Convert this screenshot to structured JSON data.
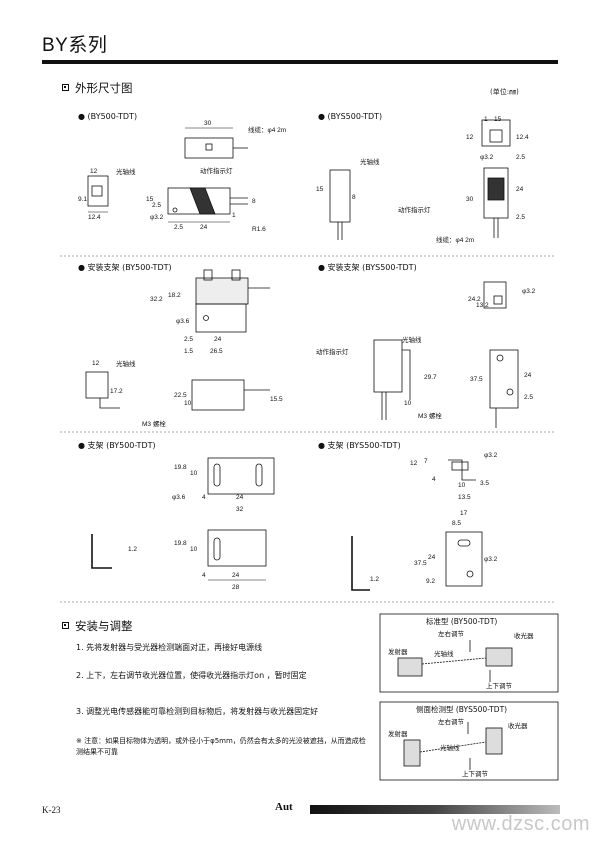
{
  "page_title": "BY系列",
  "section1": {
    "heading": "外形尺寸图",
    "unit": "(单位:㎜)",
    "drawings": {
      "by500_tdt": {
        "label": "(BY500-TDT)",
        "cable": "线缆：φ4 2m",
        "optical_axis": "光轴线",
        "indicator": "动作指示灯",
        "dims": [
          "30",
          "12",
          "9.1",
          "12.4",
          "15",
          "2.5",
          "φ3.2",
          "2.5",
          "24",
          "1",
          "R1.6",
          "8"
        ]
      },
      "bys500_tdt": {
        "label": "(BYS500-TDT)",
        "optical_axis": "光轴线",
        "indicator": "动作指示灯",
        "cable": "线缆：φ4 2m",
        "dims": [
          "1",
          "15",
          "12",
          "12.4",
          "φ3.2",
          "2.5",
          "24",
          "30",
          "2.5",
          "15",
          "8"
        ]
      },
      "mount_by500": {
        "label": "安装支架 (BY500-TDT)",
        "optical_axis": "光轴线",
        "bolt": "M3 螺栓",
        "dims": [
          "32.2",
          "18.2",
          "φ3.6",
          "2.5",
          "24",
          "1.5",
          "26.5",
          "12",
          "17.2",
          "22.5",
          "10",
          "15.5"
        ]
      },
      "mount_bys500": {
        "label": "安装支架 (BYS500-TDT)",
        "optical_axis": "光轴线",
        "indicator": "动作指示灯",
        "bolt": "M3 螺栓",
        "dims": [
          "24.2",
          "13.2",
          "φ3.2",
          "29.7",
          "37.5",
          "24",
          "2.5",
          "10"
        ]
      },
      "bracket_by500": {
        "label": "支架 (BY500-TDT)",
        "dims": [
          "19.8",
          "10",
          "φ3.6",
          "4",
          "24",
          "32",
          "19.8",
          "10",
          "4",
          "24",
          "28",
          "1.2"
        ]
      },
      "bracket_bys500": {
        "label": "支架 (BYS500-TDT)",
        "dims": [
          "12",
          "7",
          "4",
          "φ3.2",
          "10",
          "3.5",
          "13.5",
          "17",
          "8.5",
          "24",
          "37.5",
          "9.2",
          "φ3.2",
          "1.2"
        ]
      }
    }
  },
  "section2": {
    "heading": "安装与调整",
    "steps": [
      "1. 先将发射器与受光器检测端面对正，再接好电源线",
      "2. 上下，左右调节收光器位置，使得收光器指示灯on ，暂时固定",
      "3. 调整光电传感器能可靠检测到目标物后，将发射器与收光器固定好"
    ],
    "note": "※ 注意：如果目标物体为透明，或外径小于φ5mm，仍然会有太多的光没被遮挡，从而造成检测结果不可靠",
    "panel_std": {
      "title": "标准型 (BY500-TDT)",
      "left_right": "左右调节",
      "receiver": "收光器",
      "emitter": "发射器",
      "axis": "光轴线",
      "up_down": "上下调节"
    },
    "panel_side": {
      "title": "侧面检测型 (BYS500-TDT)",
      "left_right": "左右调节",
      "receiver": "收光器",
      "emitter": "发射器",
      "axis": "光轴线",
      "up_down": "上下调节"
    }
  },
  "footer": {
    "page_number": "K-23",
    "brand": "Aut",
    "watermark": "www.dzsc.com"
  }
}
